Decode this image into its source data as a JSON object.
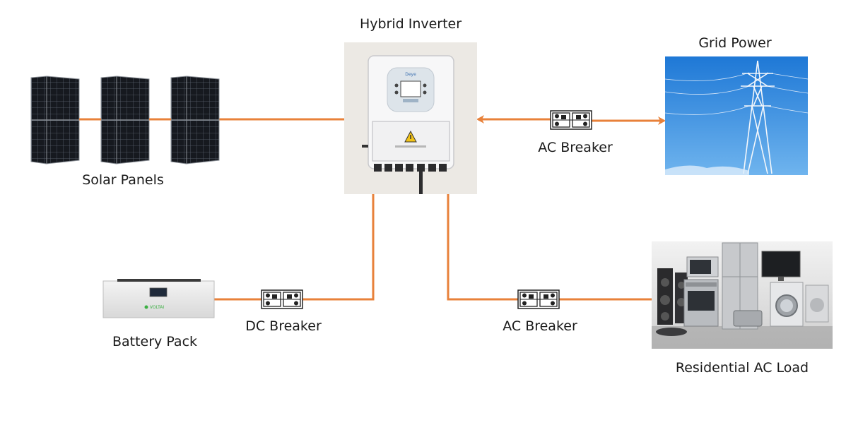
{
  "colors": {
    "wire": "#e8813a",
    "panel_cell": "#16191f",
    "panel_frame": "#8a8f96",
    "sky_top": "#1e78d6",
    "sky_bottom": "#6fb4ee"
  },
  "labels": {
    "inverter": "Hybrid Inverter",
    "grid": "Grid Power",
    "solar": "Solar Panels",
    "ac_breaker_grid": "AC Breaker",
    "battery": "Battery Pack",
    "dc_breaker": "DC Breaker",
    "ac_breaker_load": "AC Breaker",
    "load": "Residential AC Load"
  },
  "device_marks": {
    "inverter_brand": "Deye",
    "battery_brand": "VOLTAI"
  },
  "icons": {
    "solar": "solar-panel-icon",
    "inverter": "inverter-icon",
    "grid": "power-tower-icon",
    "battery": "battery-icon",
    "breaker": "circuit-breaker-icon",
    "load": "appliances-icon"
  }
}
